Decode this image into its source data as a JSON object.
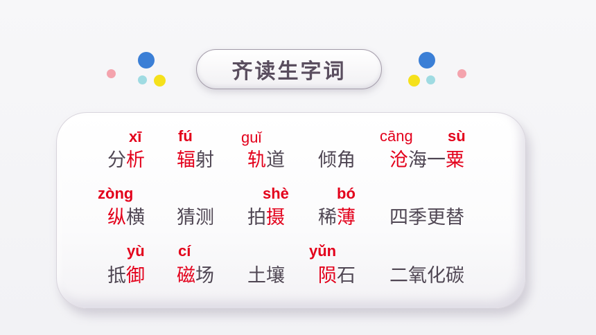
{
  "title": "齐读生字词",
  "colors": {
    "highlight": "#e3001b",
    "text": "#4f4653",
    "dot_blue": "#3b7fd6",
    "dot_yellow": "#f5e11c",
    "dot_cyan": "#9fdbe2",
    "dot_pink": "#f4a3ad"
  },
  "rows": [
    [
      {
        "pinyin": "xī",
        "parts": [
          "分",
          "析"
        ],
        "highlight": [
          1
        ]
      },
      {
        "pinyin": "fú",
        "parts": [
          "辐",
          "射"
        ],
        "highlight": [
          0
        ]
      },
      {
        "pinyin": "guǐ",
        "parts": [
          "轨",
          "道"
        ],
        "highlight": [
          0
        ]
      },
      {
        "pinyin": "",
        "parts": [
          "倾角"
        ],
        "highlight": []
      },
      {
        "pinyin": "cāng",
        "pinyin2": "sù",
        "parts": [
          "沧",
          "海一",
          "粟"
        ],
        "highlight": [
          0,
          2
        ]
      }
    ],
    [
      {
        "pinyin": "zòng",
        "parts": [
          "纵",
          "横"
        ],
        "highlight": [
          0
        ]
      },
      {
        "pinyin": "",
        "parts": [
          "猜测"
        ],
        "highlight": []
      },
      {
        "pinyin": "shè",
        "parts": [
          "拍",
          "摄"
        ],
        "highlight": [
          1
        ]
      },
      {
        "pinyin": "bó",
        "parts": [
          "稀",
          "薄"
        ],
        "highlight": [
          1
        ]
      },
      {
        "pinyin": "",
        "parts": [
          "四季更替"
        ],
        "highlight": []
      }
    ],
    [
      {
        "pinyin": "yù",
        "parts": [
          "抵",
          "御"
        ],
        "highlight": [
          1
        ]
      },
      {
        "pinyin": "cí",
        "parts": [
          "磁",
          "场"
        ],
        "highlight": [
          0
        ]
      },
      {
        "pinyin": "",
        "parts": [
          "土壤"
        ],
        "highlight": []
      },
      {
        "pinyin": "yǔn",
        "parts": [
          "陨",
          "石"
        ],
        "highlight": [
          0
        ]
      },
      {
        "pinyin": "",
        "parts": [
          "二氧化碳"
        ],
        "highlight": []
      }
    ]
  ]
}
